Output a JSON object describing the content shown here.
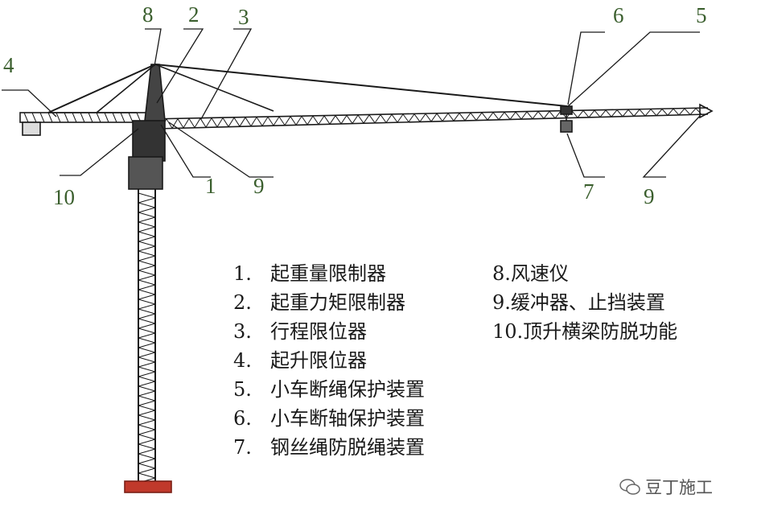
{
  "callouts": {
    "n1": "1",
    "n2": "2",
    "n3": "3",
    "n4": "4",
    "n5": "5",
    "n6": "6",
    "n7": "7",
    "n8": "8",
    "n9a": "9",
    "n9b": "9",
    "n10": "10"
  },
  "legend_left": [
    {
      "num": "1.",
      "text": "起重量限制器"
    },
    {
      "num": "2.",
      "text": "起重力矩限制器"
    },
    {
      "num": "3.",
      "text": "行程限位器"
    },
    {
      "num": "4.",
      "text": "起升限位器"
    },
    {
      "num": "5.",
      "text": "小车断绳保护装置"
    },
    {
      "num": "6.",
      "text": "小车断轴保护装置"
    },
    {
      "num": "7.",
      "text": "钢丝绳防脱绳装置"
    }
  ],
  "legend_right": [
    {
      "num": "8.",
      "text": "风速仪"
    },
    {
      "num": "9.",
      "text": "缓冲器、止挡装置"
    },
    {
      "num": "10.",
      "text": "顶升横梁防脱功能"
    }
  ],
  "watermark": {
    "icon": "wechat-icon",
    "text": "豆丁施工"
  },
  "colors": {
    "label": "#3b5f2e",
    "line": "#1a1a1a",
    "base": "#c0392b"
  }
}
